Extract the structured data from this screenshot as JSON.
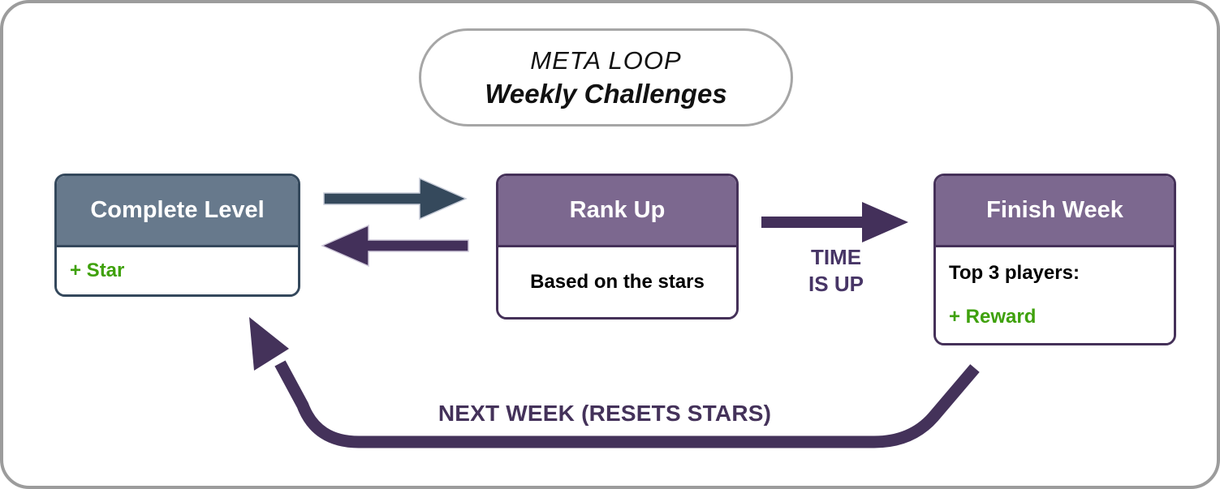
{
  "diagram": {
    "title": {
      "line1": "META LOOP",
      "line2": "Weekly Challenges"
    },
    "nodes": [
      {
        "name": "complete-level",
        "title": "Complete Level",
        "reward": "+ Star"
      },
      {
        "name": "rank-up",
        "title": "Rank Up",
        "subtitle": "Based on the stars"
      },
      {
        "name": "finish-week",
        "title": "Finish Week",
        "subtitle": "Top 3 players:",
        "reward": "+ Reward"
      }
    ],
    "edges": [
      {
        "from": "complete-level",
        "to": "rank-up",
        "label": ""
      },
      {
        "from": "rank-up",
        "to": "complete-level",
        "label": ""
      },
      {
        "from": "rank-up",
        "to": "finish-week",
        "label_line1": "TIME",
        "label_line2": "IS UP"
      },
      {
        "from": "finish-week",
        "to": "complete-level",
        "label": "NEXT WEEK (RESETS STARS)"
      }
    ],
    "colors": {
      "slate_header": "#67798C",
      "slate_border": "#34485C",
      "purple_header": "#7C688F",
      "purple_border": "#453159",
      "arrow_slate": "#35495C",
      "arrow_purple": "#43305A",
      "loop_purple": "#44325A",
      "reward_green": "#3FA10C",
      "label_purple": "#473566",
      "pill_border": "#A6A6A6",
      "frame_border": "#9C9C9C"
    }
  }
}
